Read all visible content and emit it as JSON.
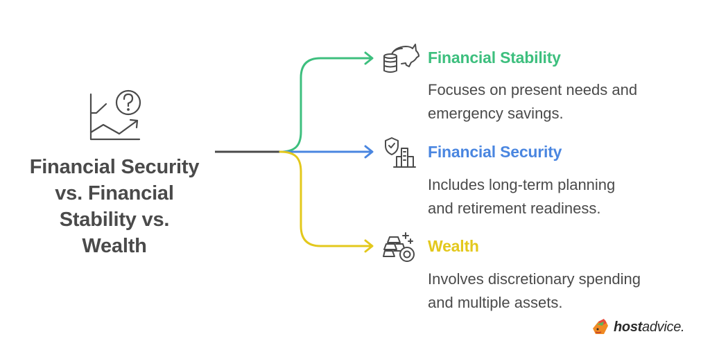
{
  "main": {
    "title": "Financial Security vs. Financial Stability vs. Wealth",
    "title_lines": [
      "Financial Security",
      "vs. Financial",
      "Stability vs.",
      "Wealth"
    ],
    "center_icon": "chart-question-icon"
  },
  "branches": [
    {
      "title": "Financial Stability",
      "description_lines": [
        "Focuses on present needs and",
        "emergency savings."
      ],
      "icon": "piggy-bank-coins-icon",
      "color": "#3dbf7e"
    },
    {
      "title": "Financial Security",
      "description_lines": [
        "Includes long-term planning",
        "and retirement readiness."
      ],
      "icon": "shield-building-icon",
      "color": "#4a86e0"
    },
    {
      "title": "Wealth",
      "description_lines": [
        "Involves discretionary spending",
        "and multiple assets."
      ],
      "icon": "gold-bars-coin-icon",
      "color": "#e3c81c"
    }
  ],
  "connector": {
    "trunk_color": "#4a4a4a"
  },
  "branding": {
    "bold": "host",
    "regular": "advice."
  }
}
